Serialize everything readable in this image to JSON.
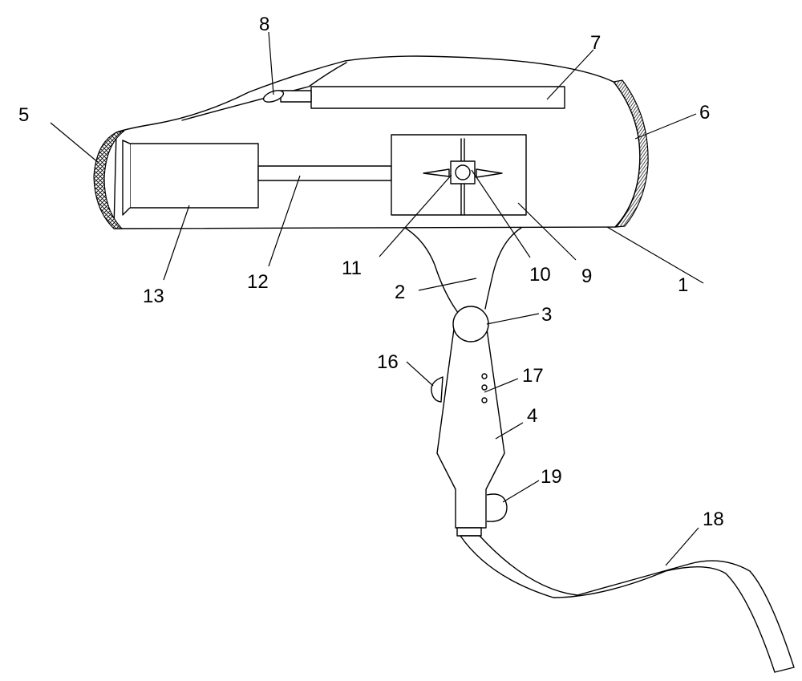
{
  "labels": {
    "n1": "1",
    "n2": "2",
    "n3": "3",
    "n4": "4",
    "n5": "5",
    "n6": "6",
    "n7": "7",
    "n8": "8",
    "n9": "9",
    "n10": "10",
    "n11": "11",
    "n12": "12",
    "n13": "13",
    "n16": "16",
    "n17": "17",
    "n18": "18",
    "n19": "19"
  }
}
